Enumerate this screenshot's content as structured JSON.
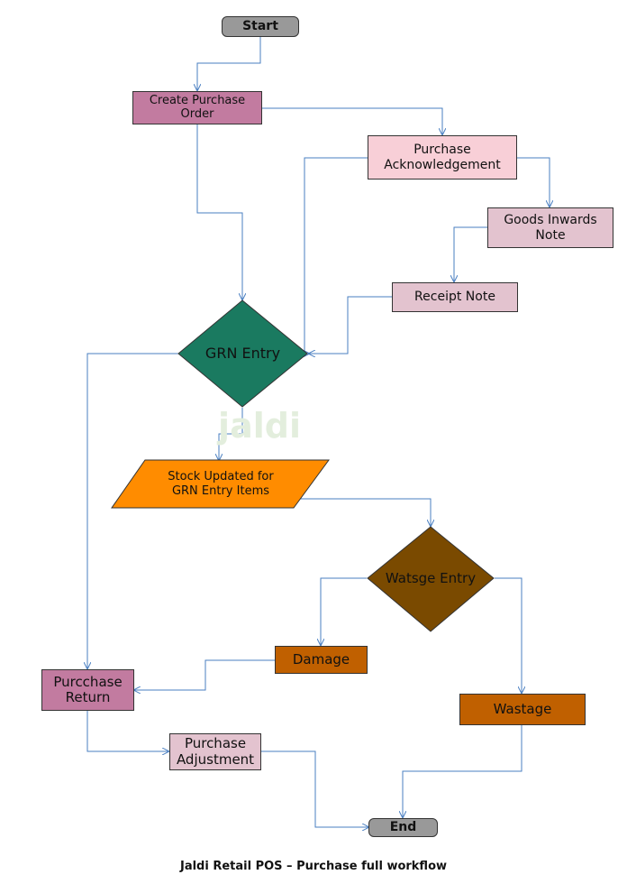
{
  "nodes": {
    "start": "Start",
    "create_po": "Create Purchase\nOrder",
    "purchase_ack": "Purchase\nAcknowledgement",
    "goods_inwards": "Goods Inwards\nNote",
    "receipt_note": "Receipt Note",
    "grn_entry": "GRN Entry",
    "stock_updated": "Stock Updated for\nGRN Entry Items",
    "wastage_entry": "Watsge Entry",
    "damage": "Damage",
    "wastage": "Wastage",
    "purchase_return": "Purcchase\nReturn",
    "purchase_adjustment": "Purchase\nAdjustment",
    "end": "End"
  },
  "watermark": "jaldi",
  "caption": "Jaldi Retail POS – Purchase full workflow",
  "colors": {
    "terminal": "#999999",
    "create_po": "#c27ba0",
    "purchase_ack": "#f8cfd7",
    "goods_inwards": "#e3c3cf",
    "receipt_note": "#e3c3cf",
    "grn_entry": "#1a7a60",
    "stock_updated": "#ff8c00",
    "wastage_entry": "#7a4a00",
    "damage": "#c06000",
    "wastage": "#c06000",
    "purchase_return": "#c27ba0",
    "purchase_adjustment": "#e3c3cf",
    "connector": "#4a7fc1"
  }
}
